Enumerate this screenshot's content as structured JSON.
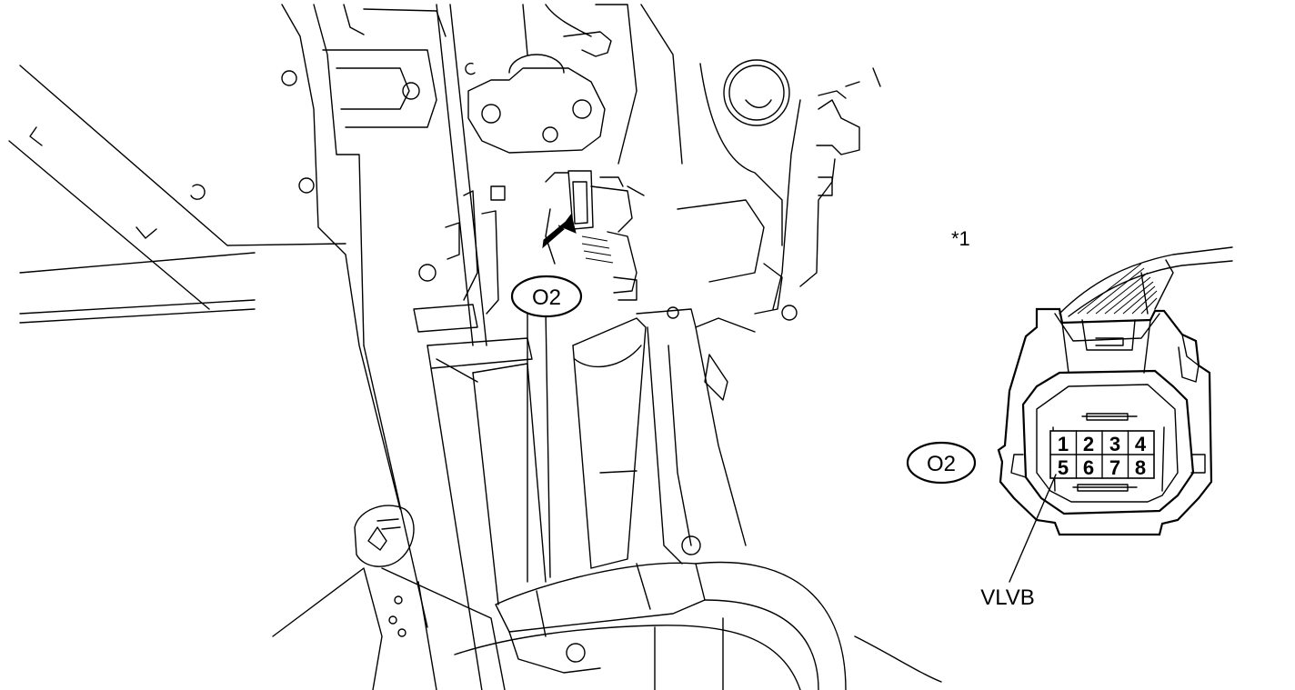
{
  "diagram": {
    "connector_label_main": "O2",
    "connector_label_detail": "O2",
    "callout_marker": "*1",
    "pin_label": "VLVB",
    "pins_row1": [
      "1",
      "2",
      "3",
      "4"
    ],
    "pins_row2": [
      "5",
      "6",
      "7",
      "8"
    ]
  }
}
